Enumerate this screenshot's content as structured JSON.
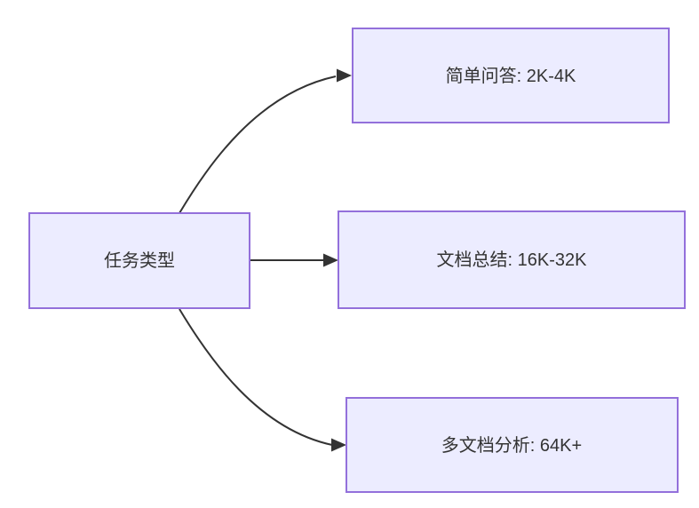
{
  "diagram": {
    "type": "flowchart",
    "direction": "LR",
    "colors": {
      "node_fill": "#ECECFF",
      "node_border": "#9370DB",
      "text": "#333333",
      "arrow": "#333333",
      "background": "#FFFFFF"
    },
    "nodes": [
      {
        "id": "task-type",
        "label": "任务类型"
      },
      {
        "id": "simple-qa",
        "label": "简单问答: 2K-4K"
      },
      {
        "id": "doc-summary",
        "label": "文档总结: 16K-32K"
      },
      {
        "id": "multi-doc-analysis",
        "label": "多文档分析: 64K+"
      }
    ],
    "edges": [
      {
        "from": "task-type",
        "to": "simple-qa"
      },
      {
        "from": "task-type",
        "to": "doc-summary"
      },
      {
        "from": "task-type",
        "to": "multi-doc-analysis"
      }
    ]
  }
}
